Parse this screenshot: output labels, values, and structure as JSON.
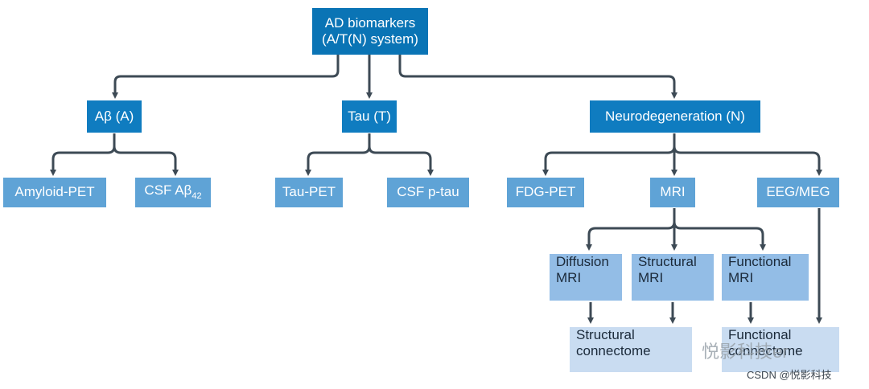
{
  "diagram": {
    "root": {
      "line1": "AD biomarkers",
      "line2": "(A/T(N) system)"
    },
    "level1": {
      "amyloid": "Aβ (A)",
      "tau": "Tau (T)",
      "neuro": "Neurodegeneration (N)"
    },
    "level2": {
      "amyloid_pet": "Amyloid-PET",
      "csf_ab_main": "CSF Aβ",
      "csf_ab_sub": "42",
      "tau_pet": "Tau-PET",
      "csf_ptau": "CSF p-tau",
      "fdg_pet": "FDG-PET",
      "mri": "MRI",
      "eeg_meg": "EEG/MEG"
    },
    "level3": {
      "diffusion_1": "Diffusion",
      "diffusion_2": "MRI",
      "structural_1": "Structural",
      "structural_2": "MRI",
      "functional_1": "Functional",
      "functional_2": "MRI"
    },
    "level4": {
      "struct_conn_1": "Structural",
      "struct_conn_2": "connectome",
      "func_conn_1": "Functional",
      "func_conn_2": "connectome"
    }
  },
  "watermark": {
    "text1": "悦影科技er",
    "text2": "CSDN @悦影科技"
  },
  "colors": {
    "root": "#0a74b5",
    "level1": "#0f7cc0",
    "level2": "#5fa3d6",
    "level3": "#93bde6",
    "level4": "#c9dcf1",
    "edge": "#3d4a55"
  }
}
